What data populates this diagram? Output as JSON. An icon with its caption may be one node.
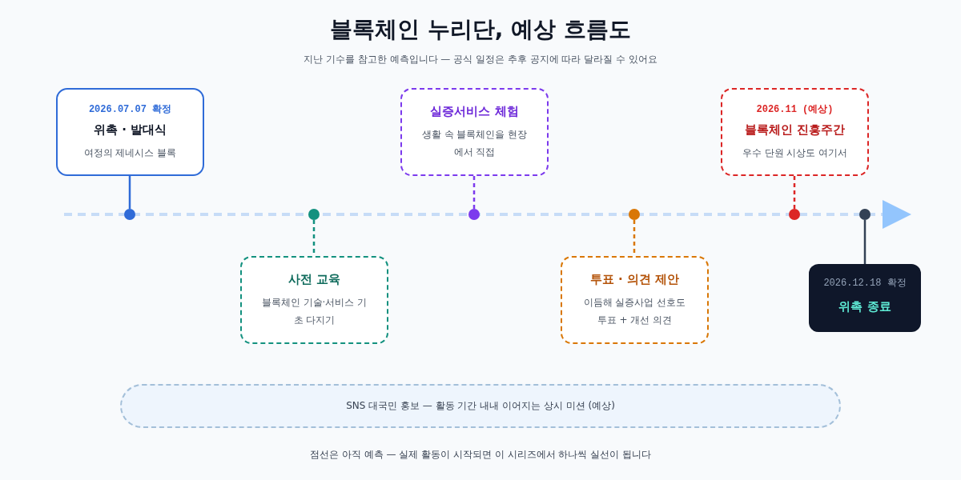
{
  "diagram": {
    "title": "블록체인 누리단, 예상 흐름도",
    "caption": "점선은 아직 예측 — 실제 활동이 시작되면 이 시리즈에서 하나씩 실선이 됩니다",
    "labels": [
      "지난 기수를 참고한 예측입니다 — 공식 일정은 추후 공지에 따라 달라질 수 있어요"
    ],
    "nodes": [
      {
        "text": [
          "2026.07.07 확정",
          "위촉 · 발대식",
          "여정의 제네시스 블록"
        ]
      },
      {
        "text": [
          "사전 교육",
          "블록체인 기술·서비스 기초 다지기"
        ]
      },
      {
        "text": [
          "실증서비스 체험",
          "생활 속 블록체인을 현장에서 직접"
        ]
      },
      {
        "text": [
          "투표 · 의견 제안",
          "이듬해 실증사업 선호도 투표 + 개선 의견"
        ]
      },
      {
        "text": [
          "2026.11 (예상)",
          "블록체인 진흥주간",
          "우수 단원 시상도 여기서"
        ]
      },
      {
        "text": [
          "2026.12.18 확정",
          "위촉 종료"
        ]
      },
      {
        "text": [],
        "shape": "circle"
      },
      {
        "text": [],
        "shape": "circle"
      },
      {
        "text": [],
        "shape": "circle"
      },
      {
        "text": [],
        "shape": "circle"
      },
      {
        "text": [],
        "shape": "circle"
      },
      {
        "text": [],
        "shape": "circle"
      },
      {
        "text": [
          "SNS 대국민 홍보 — 활동 기간 내내 이어지는 상시 미션 (예상)"
        ]
      }
    ],
    "edges": [
      {
        "from": 6,
        "to": 0,
        "arrow": "none",
        "color": "#2f6bd8"
      },
      {
        "from": 7,
        "to": 1,
        "arrow": "none",
        "style": "dashed",
        "color": "#13917f"
      },
      {
        "from": 8,
        "to": 2,
        "arrow": "none",
        "style": "dashed",
        "color": "#7c3aed"
      },
      {
        "from": 9,
        "to": 3,
        "arrow": "none",
        "style": "dashed",
        "color": "#d97706"
      },
      {
        "from": 10,
        "to": 4,
        "arrow": "none",
        "style": "dashed",
        "color": "#dc2626"
      },
      {
        "from": 11,
        "to": 5,
        "arrow": "none",
        "color": "#334155"
      }
    ]
  }
}
